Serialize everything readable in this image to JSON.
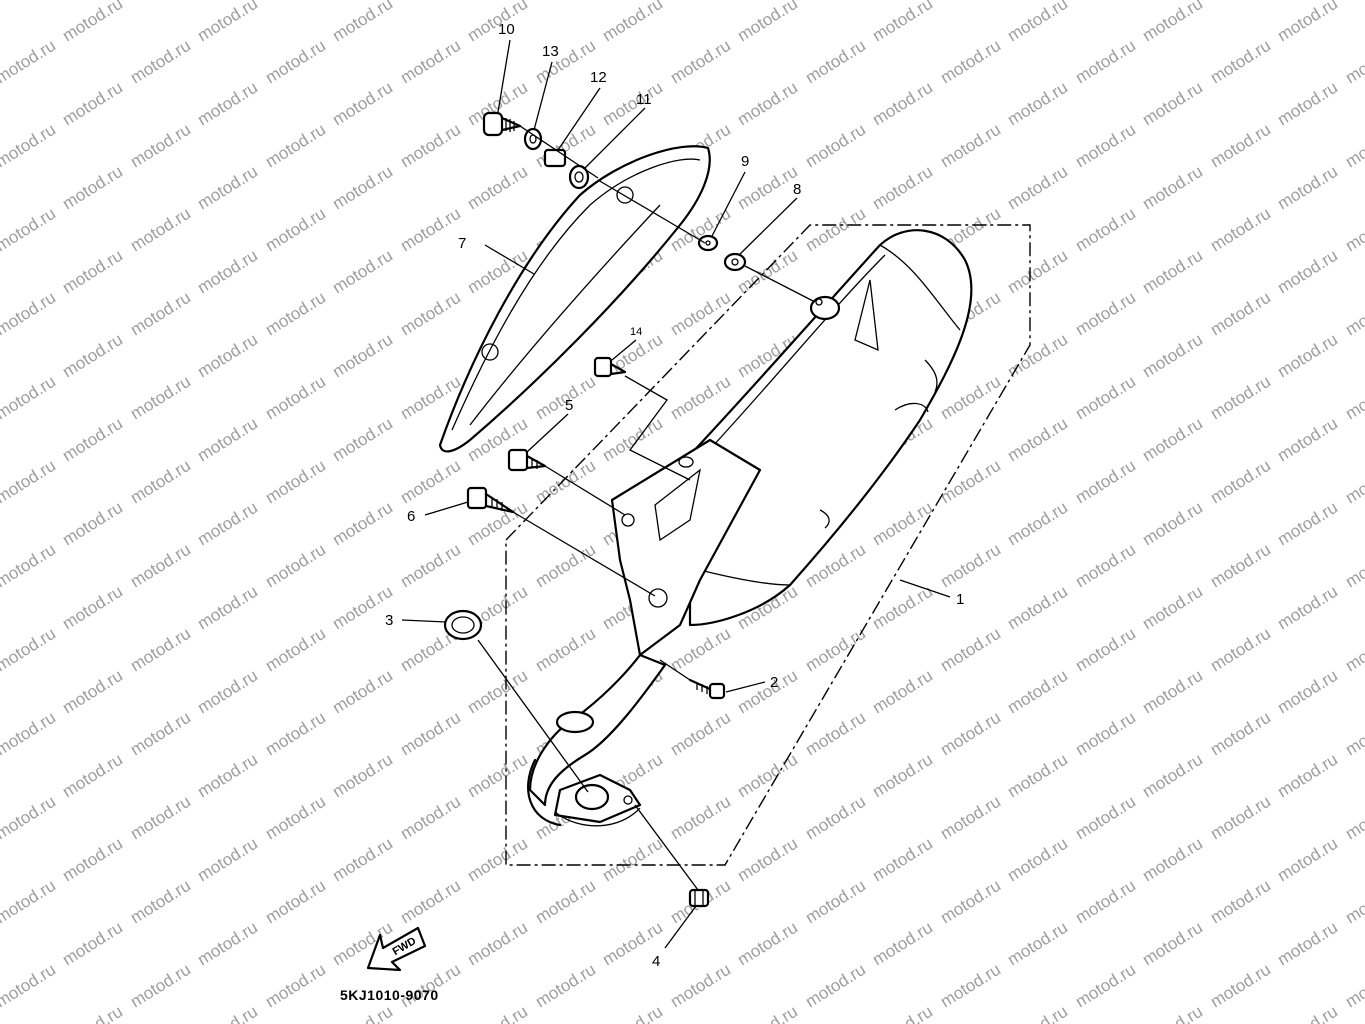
{
  "watermark": "motod.ru",
  "drawing_code": "5KJ1010-9070",
  "direction_label": "FWD",
  "callouts": {
    "c1": "1",
    "c2": "2",
    "c3": "3",
    "c4": "4",
    "c5": "5",
    "c6": "6",
    "c7": "7",
    "c8": "8",
    "c9": "9",
    "c10": "10",
    "c11": "11",
    "c12": "12",
    "c13": "13",
    "c14": "14"
  }
}
